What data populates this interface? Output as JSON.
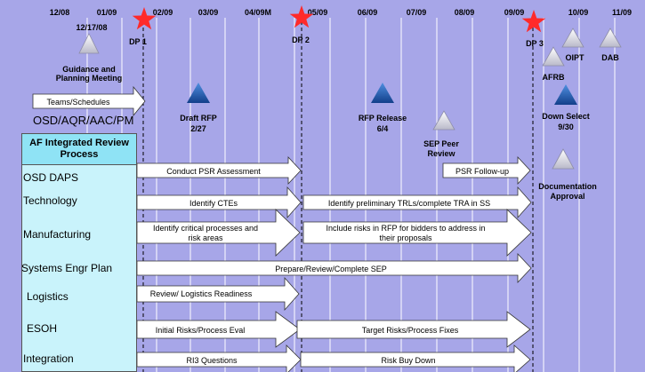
{
  "months": [
    "12/08",
    "01/09",
    "02/09",
    "03/09",
    "04/09M",
    "05/09",
    "06/09",
    "07/09",
    "08/09",
    "09/09",
    "10/09",
    "11/09"
  ],
  "milestone_date": "12/17/08",
  "decision_points": [
    "DP 1",
    "DP 2",
    "DP 3"
  ],
  "events": {
    "guidance": "Guidance and Planning Meeting",
    "draft_rfp": "Draft RFP",
    "draft_rfp_date": "2/27",
    "rfp_release": "RFP Release",
    "rfp_release_date": "6/4",
    "sep_peer": "SEP Peer Review",
    "oipt": "OIPT",
    "dab": "DAB",
    "afrb": "AFRB",
    "down_select": "Down Select",
    "down_select_date": "9/30",
    "documentation": "Documentation Approval"
  },
  "teams_schedules": "Teams/Schedules",
  "osd_header": "OSD/AQR/AAC/PM",
  "process_title": "AF Integrated Review Process",
  "rows": [
    "OSD DAPS",
    "Technology",
    "Manufacturing",
    "Systems Engr Plan",
    "Logistics",
    "ESOH",
    "Integration"
  ],
  "tasks": {
    "psr": "Conduct  PSR Assessment",
    "psr_followup": "PSR Follow-up",
    "ctes": "Identify CTEs",
    "trls": "Identify preliminary TRLs/complete TRA  in SS",
    "mfg1": "Identify critical processes and risk areas",
    "mfg2": "Include risks in RFP  for bidders to address in their proposals",
    "sep": "Prepare/Review/Complete SEP",
    "logistics": "Review/ Logistics Readiness",
    "esoh1": "Initial Risks/Process Eval",
    "esoh2": "Target Risks/Process Fixes",
    "int1": "RI3 Questions",
    "int2": "Risk Buy Down"
  },
  "colors": {
    "background": "#a7a6e8",
    "gridline": "#ffffff",
    "process_box": "#8fe3f5",
    "row_box": "#c9f3fb",
    "arrow_fill": "#ffffff",
    "star": "#ff2a2a",
    "blue_triangle": "#1f5fb3"
  }
}
